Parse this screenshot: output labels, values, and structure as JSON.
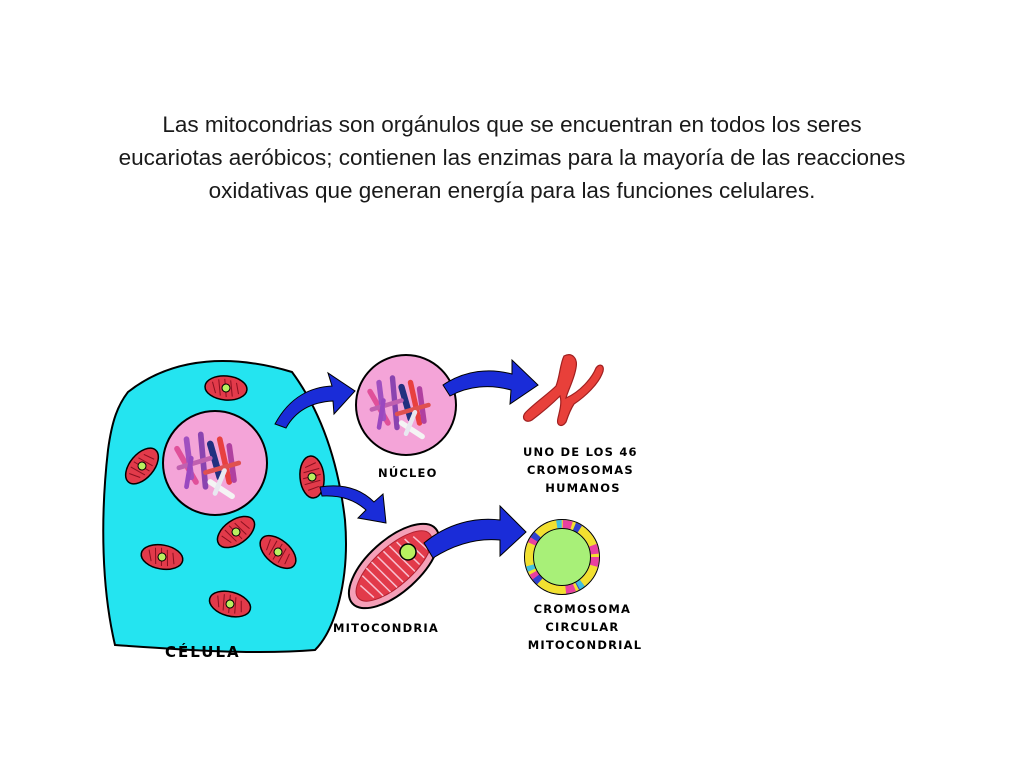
{
  "paragraph": {
    "line1": "Las mitocondrias son orgánulos que se encuentran en todos los seres",
    "line2": "eucariotas aeróbicos; contienen las enzimas para la mayoría de las reacciones",
    "line3": "oxidativas que generan energía para las funciones celulares."
  },
  "labels": {
    "celula": "CÉLULA",
    "nucleo": "NÚCLEO",
    "mitocondria": "MITOCONDRIA",
    "cromosoma_humano": [
      "UNO DE LOS 46",
      "CROMOSOMAS",
      "HUMANOS"
    ],
    "cromosoma_circular": [
      "CROMOSOMA",
      "CIRCULAR",
      "MITOCONDRIAL"
    ]
  },
  "colors": {
    "cell_fill": "#24e4f0",
    "nucleus_fill": "#f4a4d8",
    "mitochondria_fill": "#e23a4a",
    "chromosome_red": "#e8403a",
    "arrow_blue": "#1a2cd8",
    "circular_chromosome_fill": "#a8f078"
  }
}
